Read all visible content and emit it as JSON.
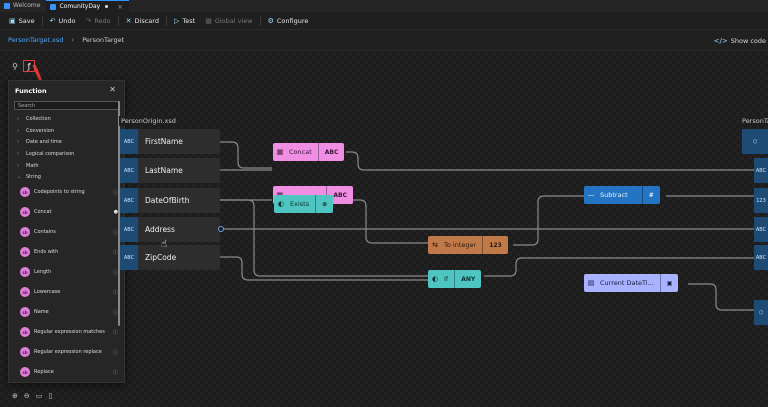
{
  "tabs": [
    {
      "label": "Welcome",
      "active": false
    },
    {
      "label": "ComunityDay",
      "active": true
    }
  ],
  "toolbar": {
    "save": "Save",
    "undo": "Undo",
    "redo": "Redo",
    "discard": "Discard",
    "test": "Test",
    "global_view": "Global view",
    "configure": "Configure"
  },
  "breadcrumb": {
    "file": "PersonTarget.xsd",
    "current": "PersonTarget",
    "show_code": "Show code"
  },
  "panel": {
    "title": "Function",
    "search_placeholder": "Search",
    "categories": [
      {
        "label": "Collection",
        "expanded": false
      },
      {
        "label": "Conversion",
        "expanded": false
      },
      {
        "label": "Date and time",
        "expanded": false
      },
      {
        "label": "Logical comparison",
        "expanded": false
      },
      {
        "label": "Math",
        "expanded": false
      },
      {
        "label": "String",
        "expanded": true
      }
    ],
    "functions": [
      {
        "label": "Codepoints to string",
        "icon": "sb"
      },
      {
        "label": "Concat",
        "icon": "sb"
      },
      {
        "label": "Contains",
        "icon": "sb"
      },
      {
        "label": "Ends with",
        "icon": "sb"
      },
      {
        "label": "Length",
        "icon": "sb"
      },
      {
        "label": "Lowercase",
        "icon": "ab"
      },
      {
        "label": "Name",
        "icon": "sb"
      },
      {
        "label": "Regular expression matches",
        "icon": "sb"
      },
      {
        "label": "Regular expression replace",
        "icon": "sb"
      },
      {
        "label": "Replace",
        "icon": "sb"
      }
    ]
  },
  "source": {
    "title": "PersonOrigin.xsd",
    "fields": [
      {
        "label": "FirstName",
        "type": "ABC"
      },
      {
        "label": "LastName",
        "type": "ABC"
      },
      {
        "label": "DateOfBirth",
        "type": "ABC"
      },
      {
        "label": "Address",
        "type": "ABC"
      },
      {
        "label": "ZipCode",
        "type": "ABC"
      }
    ]
  },
  "target": {
    "title": "PersonTa",
    "types": [
      "ABC",
      "123",
      "ABC",
      "ABC"
    ]
  },
  "nodes": {
    "concat": {
      "name": "Concat",
      "type": "ABC"
    },
    "exists": {
      "name": "Exists"
    },
    "partial": {
      "type": "ABC"
    },
    "to_integer": {
      "name": "To integer",
      "type": "123"
    },
    "if": {
      "name": "If",
      "type": "ANY"
    },
    "subtract": {
      "name": "Subtract",
      "type": "#"
    },
    "current_date": {
      "name": "Current DateTi..."
    }
  },
  "colors": {
    "accent": "#3794ff",
    "string_fn": "#f08ee4",
    "logical_fn": "#4ec5c1",
    "conversion_fn": "#c07a4a",
    "math_fn": "#2374c2",
    "datetime_fn": "#a9b2ff",
    "annotation": "#e03a3a"
  }
}
